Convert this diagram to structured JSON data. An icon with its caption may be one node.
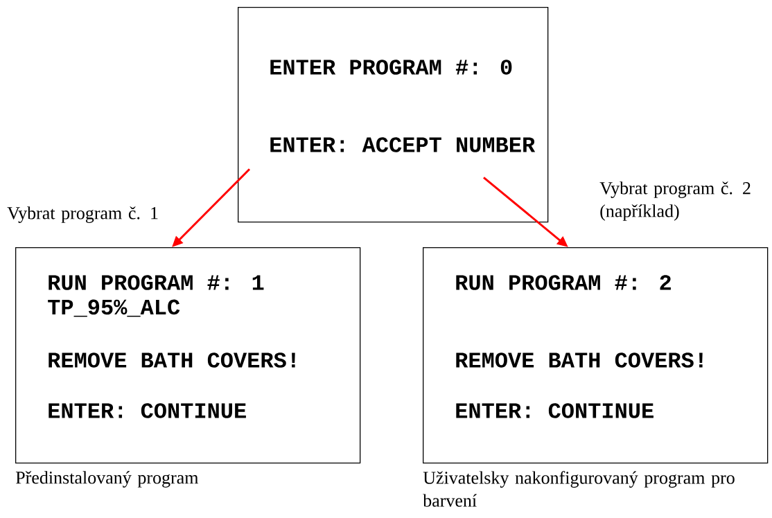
{
  "diagram": {
    "nodes": [
      {
        "text": [
          "ENTER PROGRAM #: 0",
          "ENTER: ACCEPT NUMBER"
        ]
      },
      {
        "text": [
          "RUN PROGRAM #: 1",
          "TP_95%_ALC",
          "REMOVE BATH COVERS!",
          "ENTER: CONTINUE"
        ],
        "beside": [
          "Předinstalovaný program"
        ]
      },
      {
        "text": [
          "RUN PROGRAM #: 2",
          "REMOVE BATH COVERS!",
          "ENTER: CONTINUE"
        ],
        "beside": [
          "Uživatelsky nakonfigurovaný program pro barvení"
        ]
      }
    ],
    "edges": [
      {
        "from": 0,
        "to": 1,
        "arrow": "to",
        "label": "Vybrat program č. 1"
      },
      {
        "from": 0,
        "to": 2,
        "arrow": "to",
        "label": "Vybrat program č. 2 (například)"
      }
    ]
  }
}
